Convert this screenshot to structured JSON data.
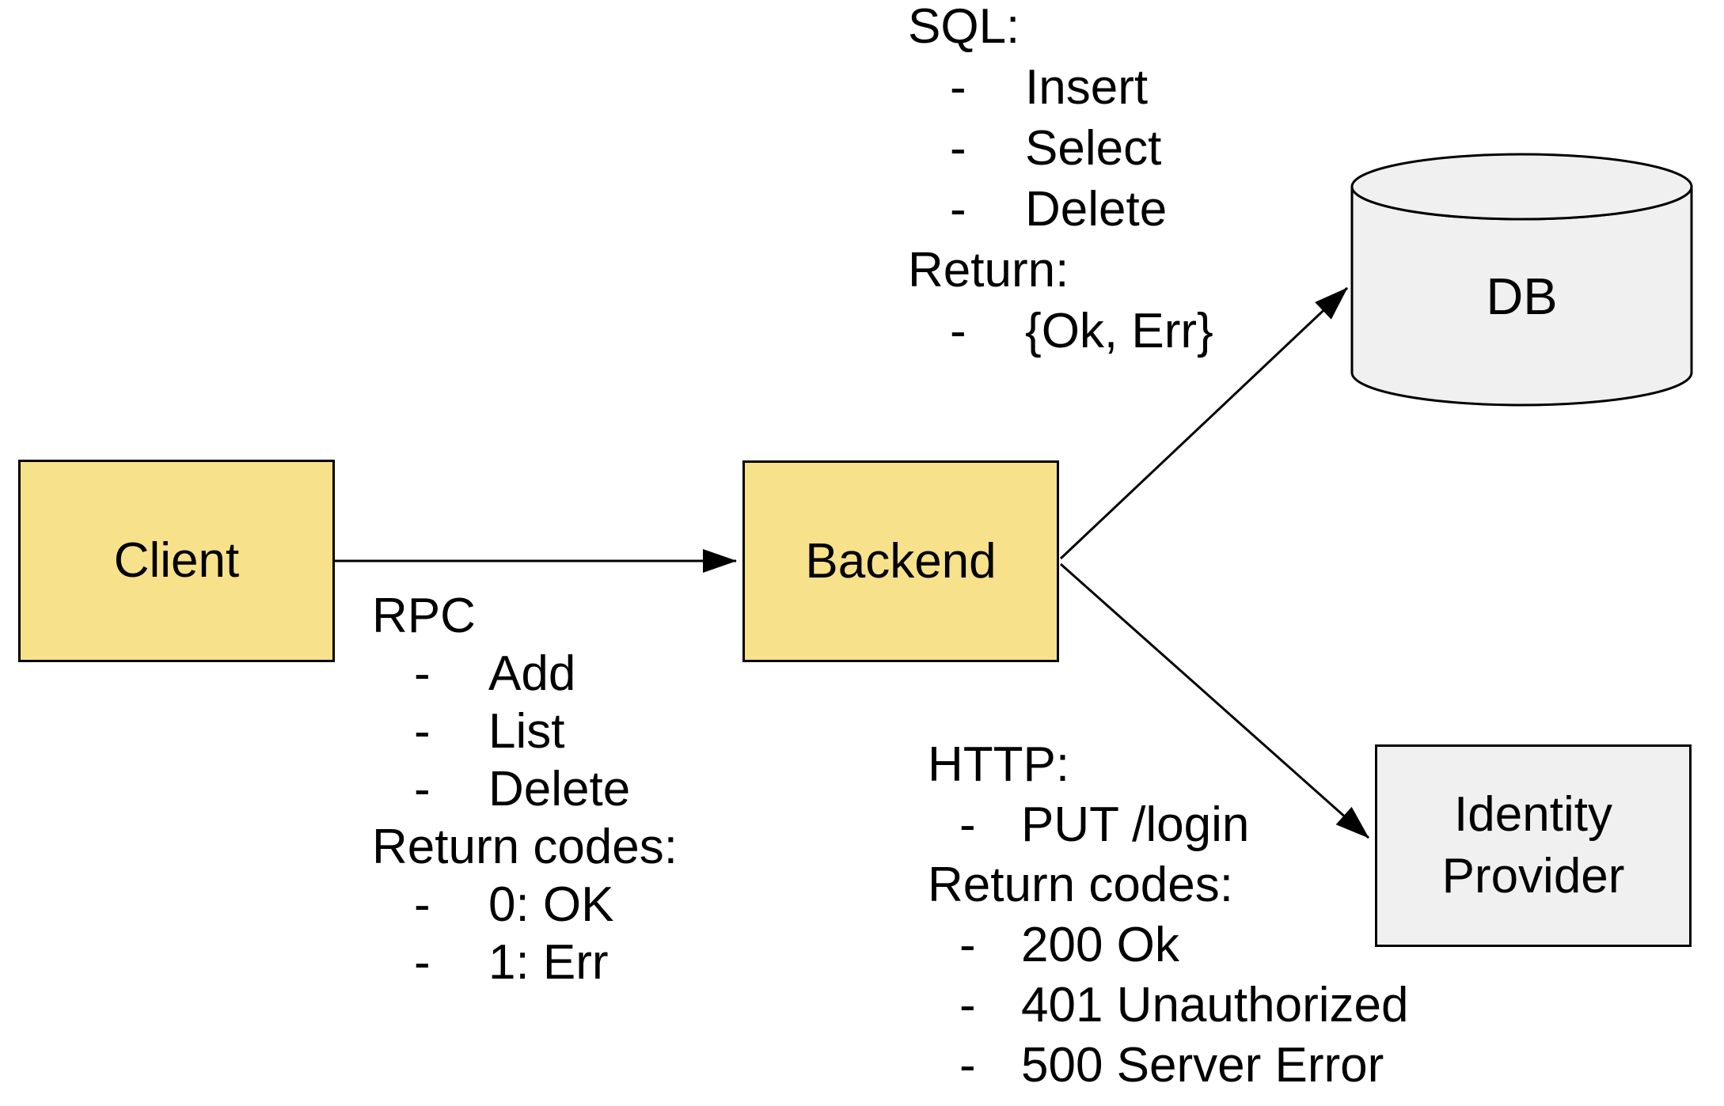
{
  "diagram": {
    "background_color": "#ffffff",
    "stroke_color": "#000000",
    "nodes": {
      "client": {
        "label": "Client",
        "fill": "#F7E18B",
        "shape": "rectangle"
      },
      "backend": {
        "label": "Backend",
        "fill": "#F7E18B",
        "shape": "rectangle"
      },
      "db": {
        "label": "DB",
        "fill": "#F0F0F0",
        "shape": "cylinder"
      },
      "identity_provider": {
        "label": "Identity Provider",
        "fill": "#F0F0F0",
        "shape": "rectangle"
      }
    },
    "edges": [
      {
        "from": "client",
        "to": "backend"
      },
      {
        "from": "backend",
        "to": "db"
      },
      {
        "from": "backend",
        "to": "identity_provider"
      }
    ],
    "annotations": {
      "rpc": {
        "lines": [
          {
            "text": "RPC"
          },
          {
            "bullet": "-",
            "text": "Add"
          },
          {
            "bullet": "-",
            "text": "List"
          },
          {
            "bullet": "-",
            "text": "Delete"
          },
          {
            "text": "Return codes:"
          },
          {
            "bullet": "-",
            "text": "0: OK"
          },
          {
            "bullet": "-",
            "text": "1: Err"
          }
        ]
      },
      "sql": {
        "lines": [
          {
            "text": "SQL:"
          },
          {
            "bullet": "-",
            "text": "Insert"
          },
          {
            "bullet": "-",
            "text": "Select"
          },
          {
            "bullet": "-",
            "text": "Delete"
          },
          {
            "text": "Return:"
          },
          {
            "bullet": "-",
            "text": "{Ok, Err}"
          }
        ]
      },
      "http": {
        "lines": [
          {
            "text": "HTTP:"
          },
          {
            "bullet": "-",
            "text": "PUT /login"
          },
          {
            "text": "Return codes:"
          },
          {
            "bullet": "-",
            "text": "200 Ok"
          },
          {
            "bullet": "-",
            "text": "401 Unauthorized"
          },
          {
            "bullet": "-",
            "text": "500 Server Error"
          }
        ]
      }
    }
  }
}
